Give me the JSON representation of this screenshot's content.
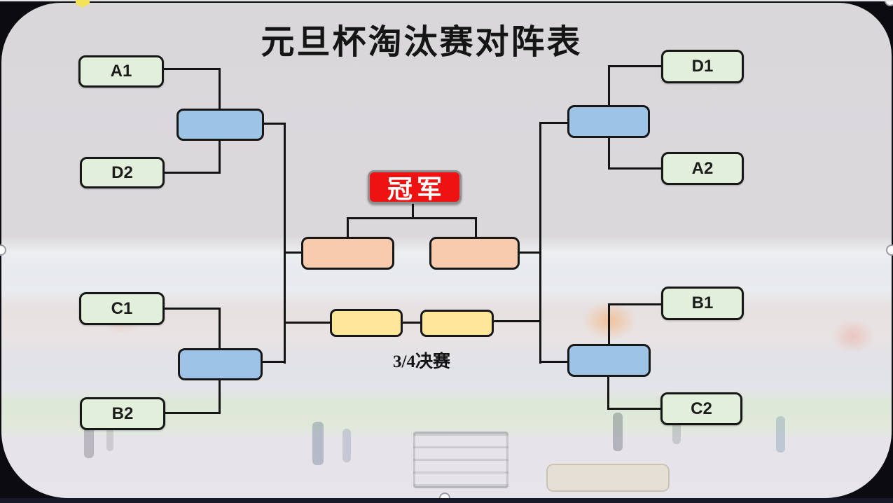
{
  "labels": {
    "title": "元旦杯淘汰赛对阵表",
    "champion": "冠军",
    "third_place": "3/4决赛"
  },
  "teams": {
    "a1": "A1",
    "d2": "D2",
    "c1": "C1",
    "b2": "B2",
    "d1": "D1",
    "a2": "A2",
    "b1": "B1",
    "c2": "C2"
  },
  "bracket": {
    "semifinals": [
      {
        "slot": "left-top",
        "team1": "A1",
        "team2": "D2"
      },
      {
        "slot": "left-bottom",
        "team1": "C1",
        "team2": "B2"
      },
      {
        "slot": "right-top",
        "team1": "D1",
        "team2": "A2"
      },
      {
        "slot": "right-bottom",
        "team1": "B1",
        "team2": "C2"
      }
    ],
    "final_slots": 2,
    "third_place_slots": 2
  },
  "colors": {
    "team_box": "#e2efda",
    "semifinal_box": "#9dc3e6",
    "final_box": "#f8cbad",
    "third_place_box": "#ffe699",
    "champion_box": "#ee1212",
    "champion_border": "#8f8f8f",
    "connector": "#141414",
    "frame": "#0b0b10",
    "bottom_bar": "#161a28",
    "marker": "#f4e25a"
  }
}
